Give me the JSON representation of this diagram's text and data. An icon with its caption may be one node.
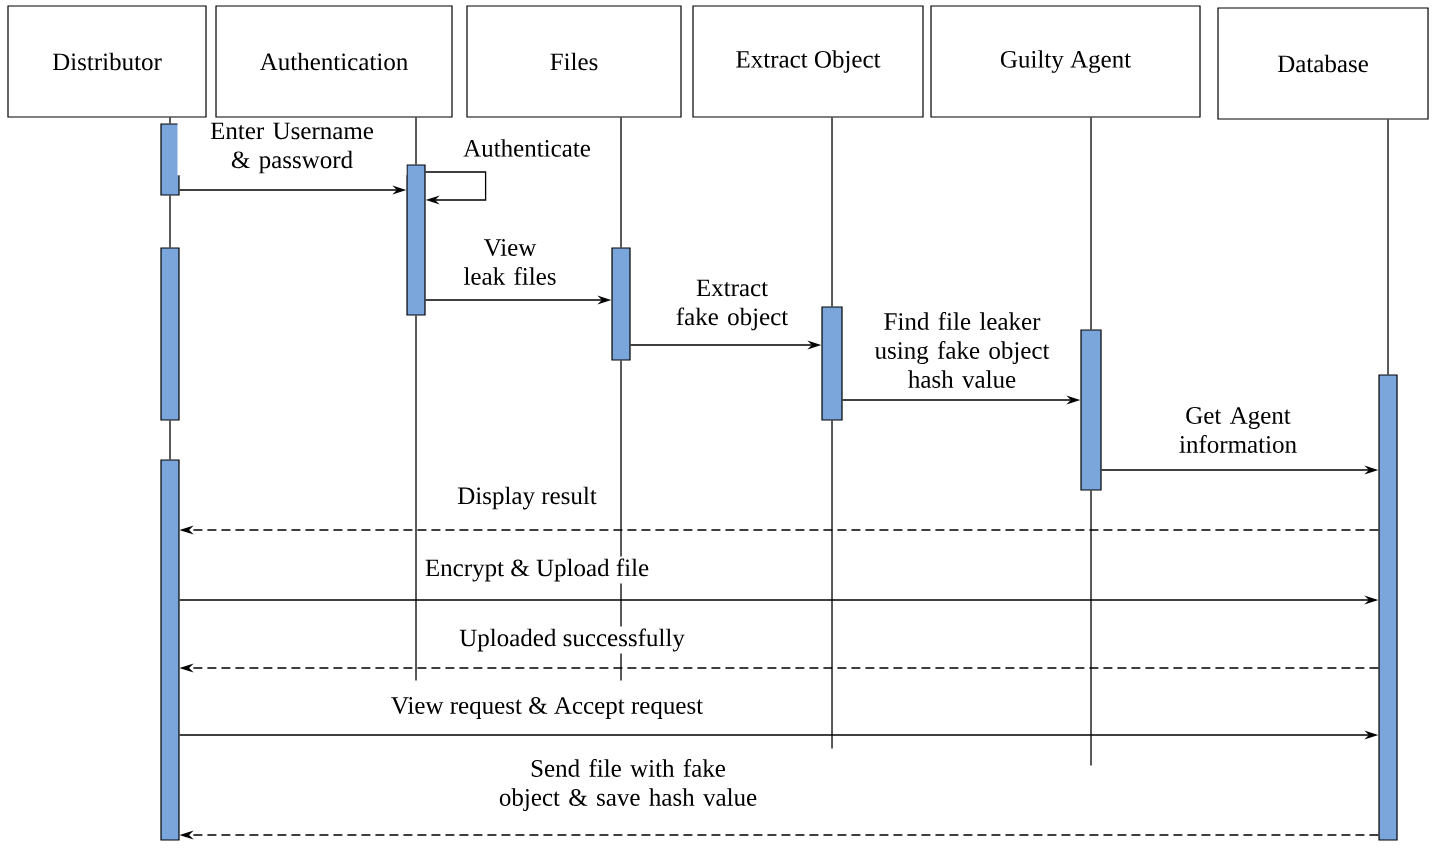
{
  "diagram": {
    "nodes": [
      {
        "text": [
          "Distributor"
        ]
      },
      {
        "text": [
          "Authentication"
        ]
      },
      {
        "text": [
          "Files"
        ]
      },
      {
        "text": [
          "Extract Object"
        ]
      },
      {
        "text": [
          "Guilty Agent"
        ]
      },
      {
        "text": [
          "Database"
        ]
      },
      {
        "text": [],
        "shape": "bar"
      },
      {
        "text": [],
        "shape": "bar"
      },
      {
        "text": [],
        "shape": "bar"
      },
      {
        "text": [],
        "shape": "bar"
      },
      {
        "text": [],
        "shape": "bar"
      },
      {
        "text": [],
        "shape": "bar"
      },
      {
        "text": [],
        "shape": "bar"
      },
      {
        "text": [],
        "shape": "bar"
      }
    ],
    "edges": [
      {
        "from": 6,
        "to": 9,
        "arrow": "to",
        "label": "Enter Username & password"
      },
      {
        "from": 9,
        "to": 9,
        "arrow": "to",
        "label": "Authenticate"
      },
      {
        "from": 9,
        "to": 10,
        "arrow": "to",
        "label": "View leak files"
      },
      {
        "from": 10,
        "to": 11,
        "arrow": "to",
        "label": "Extract fake object"
      },
      {
        "from": 11,
        "to": 12,
        "arrow": "to",
        "label": "Find file leaker using fake object hash value"
      },
      {
        "from": 12,
        "to": 13,
        "arrow": "to",
        "label": "Get Agent information"
      },
      {
        "from": 13,
        "to": 8,
        "arrow": "to",
        "label": "Display result",
        "style": "dashed"
      },
      {
        "from": 8,
        "to": 13,
        "arrow": "to",
        "label": "Encrypt & Upload file"
      },
      {
        "from": 13,
        "to": 8,
        "arrow": "to",
        "label": "Uploaded successfully",
        "style": "dashed"
      },
      {
        "from": 8,
        "to": 13,
        "arrow": "to",
        "label": "View request & Accept request"
      },
      {
        "from": 13,
        "to": 8,
        "arrow": "to",
        "label": "Send file with fake object & save hash value",
        "style": "dashed"
      },
      {
        "from": 0,
        "to": 6,
        "arrow": "none"
      },
      {
        "from": 6,
        "to": 7,
        "arrow": "none"
      },
      {
        "from": 7,
        "to": 8,
        "arrow": "none"
      },
      {
        "from": 1,
        "to": 9,
        "arrow": "none"
      },
      {
        "from": 9,
        "to": null,
        "arrow": "none"
      },
      {
        "from": 2,
        "to": 10,
        "arrow": "none"
      },
      {
        "from": 10,
        "to": null,
        "arrow": "none"
      },
      {
        "from": 3,
        "to": 11,
        "arrow": "none"
      },
      {
        "from": 11,
        "to": null,
        "arrow": "none"
      },
      {
        "from": 4,
        "to": 12,
        "arrow": "none"
      },
      {
        "from": 12,
        "to": null,
        "arrow": "none"
      },
      {
        "from": 5,
        "to": 13,
        "arrow": "none"
      }
    ]
  }
}
